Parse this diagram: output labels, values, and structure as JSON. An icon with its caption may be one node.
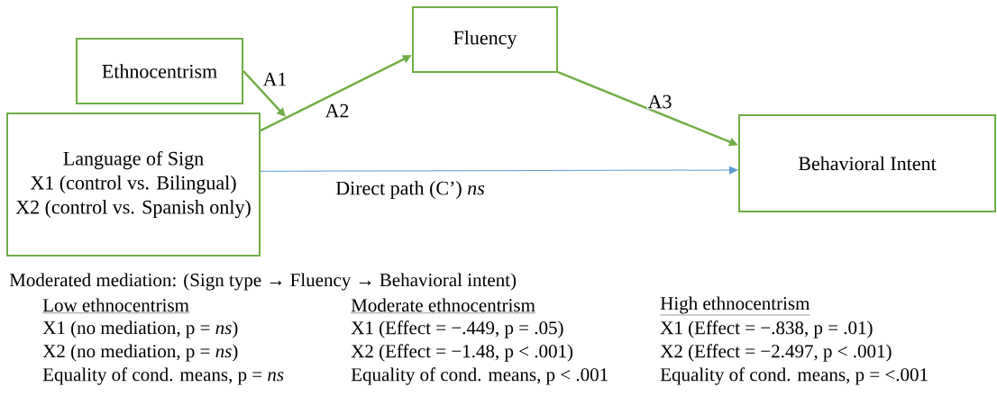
{
  "diagram": {
    "nodes": [
      {
        "text": [
          "Ethnocentrism"
        ]
      },
      {
        "text": [
          "Language of Sign",
          "X1 (control vs. Bilingual)",
          "X2 (control vs. Spanish only)"
        ]
      },
      {
        "text": [
          "Fluency"
        ]
      },
      {
        "text": [
          "Behavioral Intent"
        ]
      }
    ],
    "edges": [
      {
        "from": 0,
        "to": null,
        "arrow": "to",
        "label": "A1"
      },
      {
        "from": 1,
        "to": 2,
        "arrow": "to",
        "label": "A2"
      },
      {
        "from": 2,
        "to": 3,
        "arrow": "to",
        "label": "A3"
      },
      {
        "from": 1,
        "to": 3,
        "arrow": "to",
        "label": "Direct path (C’) *ns*",
        "color": "#5b9bd5"
      }
    ],
    "labels": [
      "Moderated mediation: (Sign type → Fluency → Behavioral intent)",
      "Low ethnocentrism",
      "Moderate ethnocentrism",
      "High ethnocentrism",
      "X1 (no mediation, p = *ns*)",
      "X1 (Effect = −.449, p = .05)",
      "X1 (Effect = −.838, p = .01)",
      "X2 (no mediation, p = *ns*)",
      "X2 (Effect = −1.48, p < .001)",
      "X2 (Effect = −2.497, p < .001)",
      "Equality of cond. means, p = *ns*",
      "Equality of cond. means, p < .001",
      "Equality of cond. means, p = <.001"
    ]
  }
}
